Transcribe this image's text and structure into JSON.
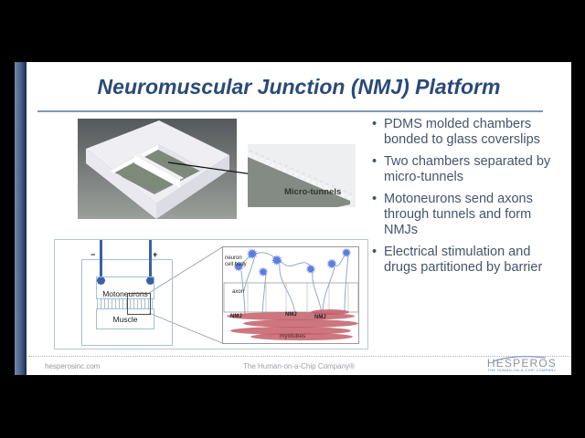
{
  "slide": {
    "title": "Neuromuscular Junction (NMJ) Platform",
    "bullet_glyph": "•",
    "bullets": [
      "PDMS molded chambers bonded to glass coverslips",
      "Two chambers separated by micro-tunnels",
      "Motoneurons send axons through tunnels and form NMJs",
      "Electrical stimulation and drugs partitioned by barrier"
    ],
    "figures": {
      "micro_tunnels_label": "Micro-tunnels",
      "diagram": {
        "minus_label": "−",
        "plus_label": "+",
        "top_chamber": "Motoneurons",
        "bottom_chamber": "Muscle",
        "inset": {
          "neuron_glyph": "✹",
          "neuron_cell_body_label": "neuron cell body",
          "axon_label": "axon",
          "nmj_labels": [
            "NMJ",
            "NMJ",
            "NMJ"
          ],
          "myotubes_label": "myotubes"
        }
      }
    },
    "footer": {
      "website": "hesperosinc.com",
      "company": "The Human-on-a-Chip Company®",
      "logo_text": "HESPEROS",
      "logo_tagline": "THE HUMAN-ON-A-CHIP COMPANY"
    },
    "colors": {
      "title": "#2a4a78",
      "body_text": "#44546a",
      "accent_underline": "#8096b8",
      "electrode_blue": "#3b5fa8",
      "neuron_blue": "#5b7ce0",
      "myotube_red": "#c25864"
    }
  }
}
